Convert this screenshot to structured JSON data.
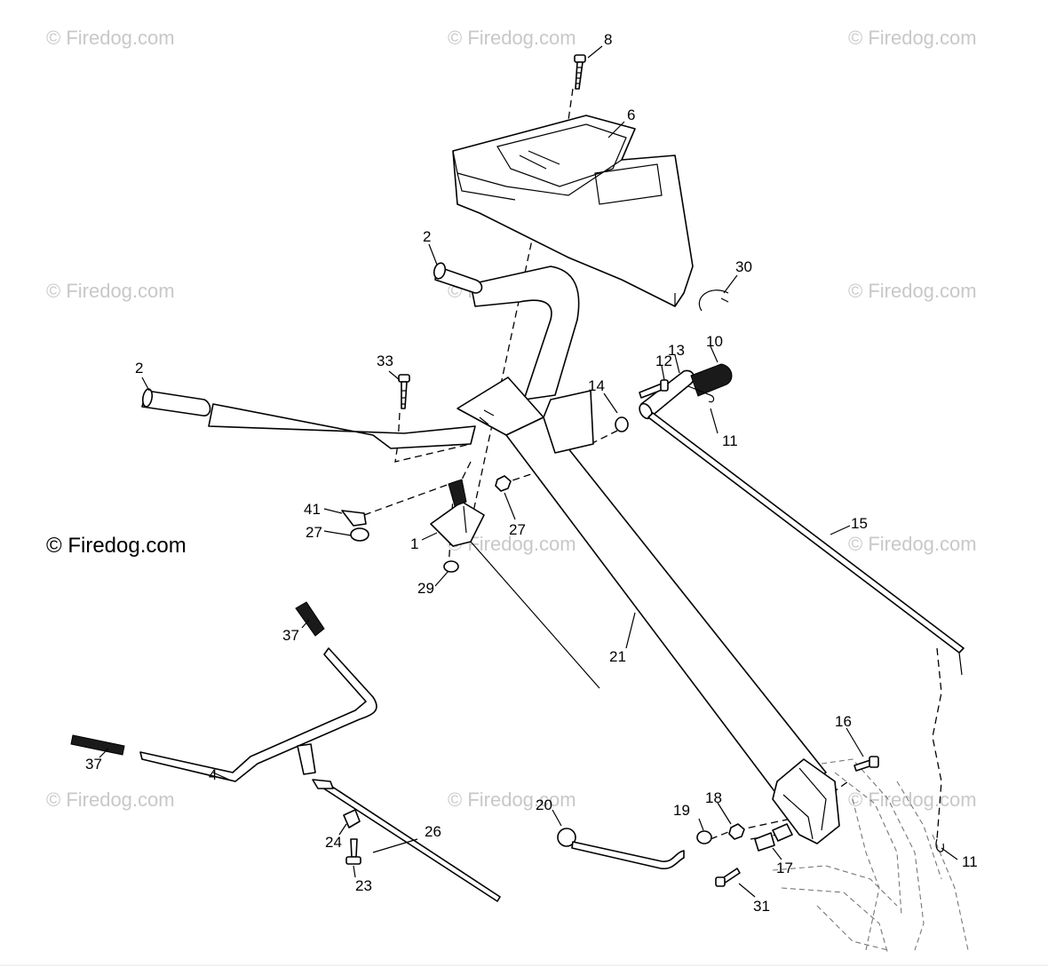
{
  "watermark": "© Firedog.com",
  "callouts": {
    "c8": "8",
    "c6": "6",
    "c2_top": "2",
    "c30": "30",
    "c2_left": "2",
    "c33": "33",
    "c12": "12",
    "c13": "13",
    "c10": "10",
    "c14": "14",
    "c11_top": "11",
    "c41": "41",
    "c27_left": "27",
    "c27_mid": "27",
    "c1": "1",
    "c29": "29",
    "c15": "15",
    "c37_top": "37",
    "c21": "21",
    "c37_left": "37",
    "c4": "4",
    "c16": "16",
    "c20": "20",
    "c19": "19",
    "c18": "18",
    "c26": "26",
    "c24": "24",
    "c23": "23",
    "c17": "17",
    "c31": "31",
    "c11_bottom": "11"
  }
}
